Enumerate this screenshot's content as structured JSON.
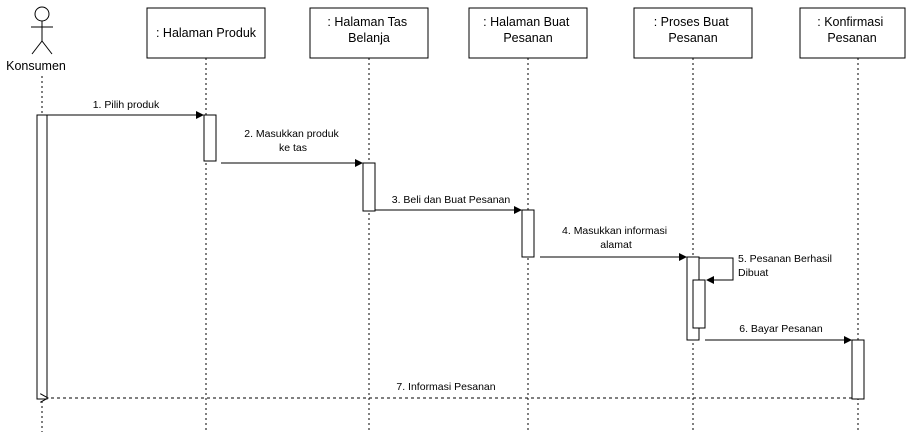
{
  "actor": {
    "label": "Konsumen"
  },
  "lifelines": [
    {
      "lines": [
        ": Halaman Produk"
      ]
    },
    {
      "lines": [
        ": Halaman Tas",
        "Belanja"
      ]
    },
    {
      "lines": [
        ": Halaman Buat",
        "Pesanan"
      ]
    },
    {
      "lines": [
        ": Proses Buat",
        "Pesanan"
      ]
    },
    {
      "lines": [
        ": Konfirmasi",
        "Pesanan"
      ]
    }
  ],
  "messages": [
    {
      "lines": [
        "1. Pilih produk"
      ]
    },
    {
      "lines": [
        "2. Masukkan produk",
        "ke tas"
      ]
    },
    {
      "lines": [
        "3. Beli dan Buat Pesanan"
      ]
    },
    {
      "lines": [
        "4. Masukkan informasi",
        "alamat"
      ]
    },
    {
      "lines": [
        "5. Pesanan Berhasil",
        "Dibuat"
      ]
    },
    {
      "lines": [
        "6. Bayar Pesanan"
      ]
    },
    {
      "lines": [
        "7. Informasi Pesanan"
      ]
    }
  ]
}
